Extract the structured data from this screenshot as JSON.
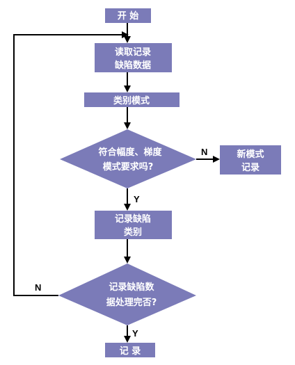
{
  "colors": {
    "node_fill": "#7b7bb8",
    "node_text": "#ffffff",
    "line": "#000000"
  },
  "nodes": {
    "start": {
      "lines": [
        "开 始"
      ]
    },
    "read": {
      "lines": [
        "读取记录",
        "缺陷数据"
      ]
    },
    "classify": {
      "lines": [
        "类别模式"
      ]
    },
    "decision1": {
      "lines": [
        "符合幅度、梯度",
        "模式要求吗?"
      ]
    },
    "new_mode": {
      "lines": [
        "新模式",
        "记录"
      ]
    },
    "record_class": {
      "lines": [
        "记录缺陷",
        "类别"
      ]
    },
    "decision2": {
      "lines": [
        "记录缺陷数",
        "据处理完否?"
      ]
    },
    "end": {
      "lines": [
        "记 录"
      ]
    }
  },
  "edges": {
    "d1_no": "N",
    "d1_yes": "Y",
    "d2_no": "N",
    "d2_yes": "Y"
  }
}
